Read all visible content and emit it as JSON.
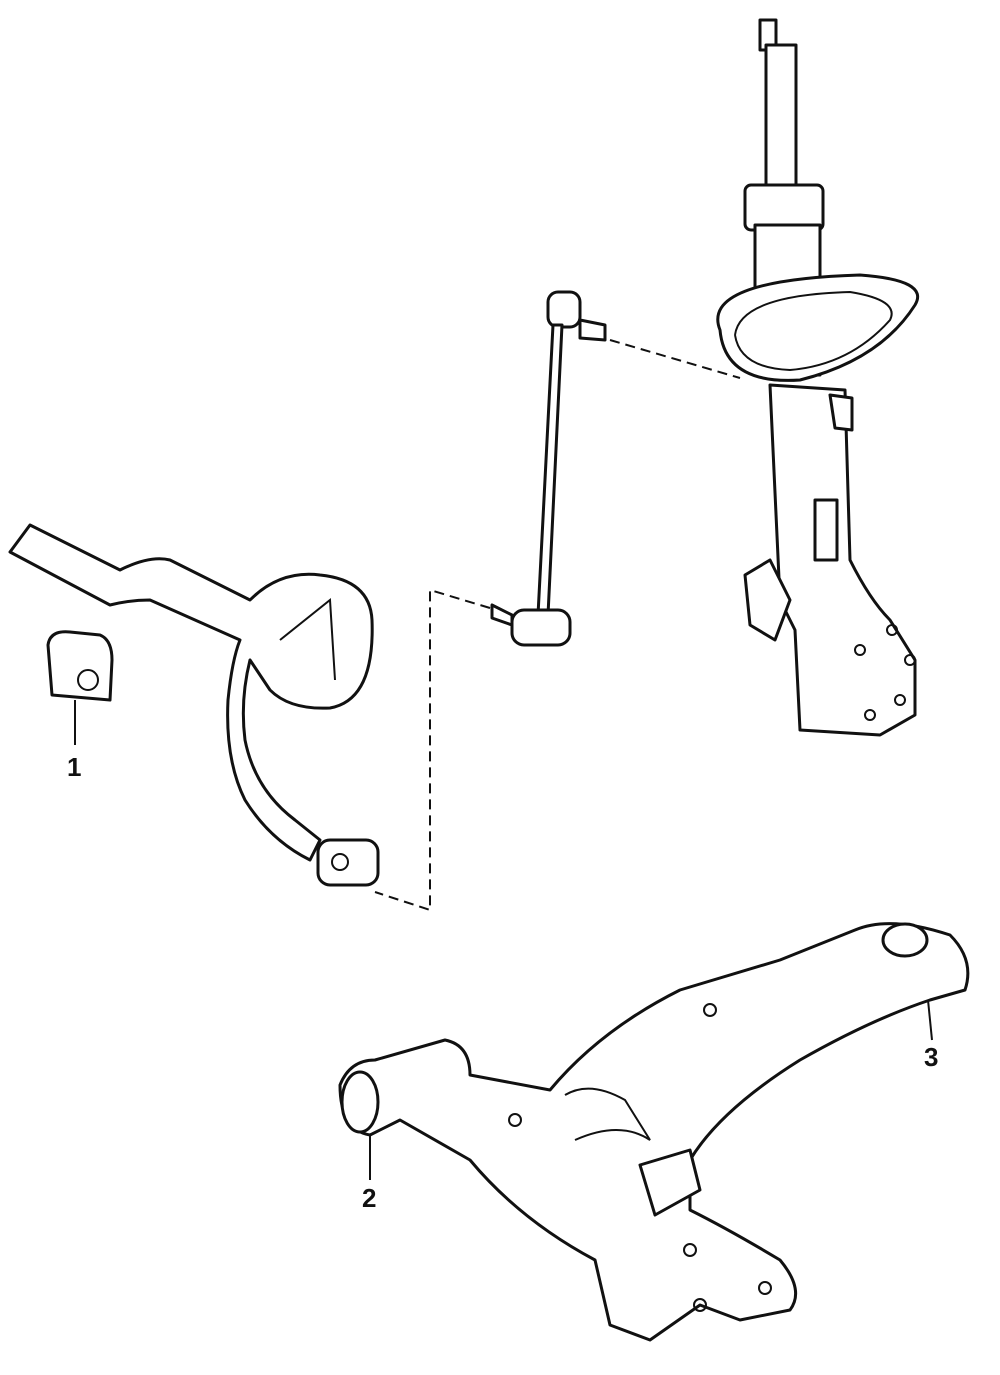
{
  "callouts": [
    {
      "number": "1",
      "part": "stabilizer-bushing"
    },
    {
      "number": "2",
      "part": "control-arm-front-bushing"
    },
    {
      "number": "3",
      "part": "control-arm-rear-bushing"
    }
  ]
}
